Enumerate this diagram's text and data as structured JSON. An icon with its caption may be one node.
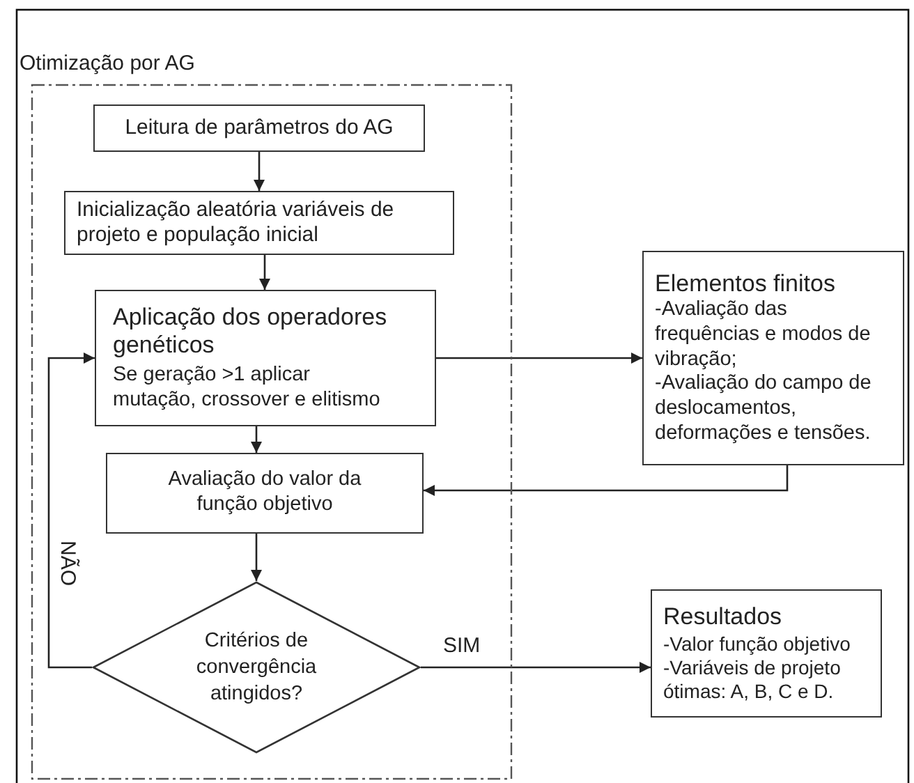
{
  "diagram": {
    "nodes": [
      {
        "text": [
          "Otimização por AG"
        ]
      },
      {
        "text": [
          "Leitura de parâmetros do AG"
        ],
        "in": 0
      },
      {
        "text": [
          "Inicialização aleatória variáveis de projeto e população inicial"
        ],
        "in": 0
      },
      {
        "text": [
          "Aplicação dos operadores genéticos",
          "Se geração >1 aplicar mutação, crossover e elitismo"
        ],
        "in": 0
      },
      {
        "text": [
          "Avaliação do valor da função objetivo"
        ],
        "in": 0
      },
      {
        "text": [
          "Critérios de convergência atingidos?"
        ],
        "in": 0
      },
      {
        "text": [
          "Elementos finitos",
          "-Avaliação das frequências e modos de vibração;",
          "-Avaliação do campo de deslocamentos, deformações e tensões."
        ]
      },
      {
        "text": [
          "Resultados",
          "-Valor função objetivo",
          "-Variáveis de projeto ótimas: A, B, C e D."
        ]
      }
    ],
    "edges": [
      {
        "from": 1,
        "to": 2,
        "arrow": "to"
      },
      {
        "from": 2,
        "to": 3,
        "arrow": "to"
      },
      {
        "from": 3,
        "to": 6,
        "arrow": "to"
      },
      {
        "from": 6,
        "to": 4,
        "arrow": "to"
      },
      {
        "from": 3,
        "to": 4,
        "arrow": "to"
      },
      {
        "from": 4,
        "to": 5,
        "arrow": "to"
      },
      {
        "from": 5,
        "to": 3,
        "arrow": "to",
        "label": "NÃO"
      },
      {
        "from": 5,
        "to": 7,
        "arrow": "to",
        "label": "SIM"
      }
    ]
  }
}
